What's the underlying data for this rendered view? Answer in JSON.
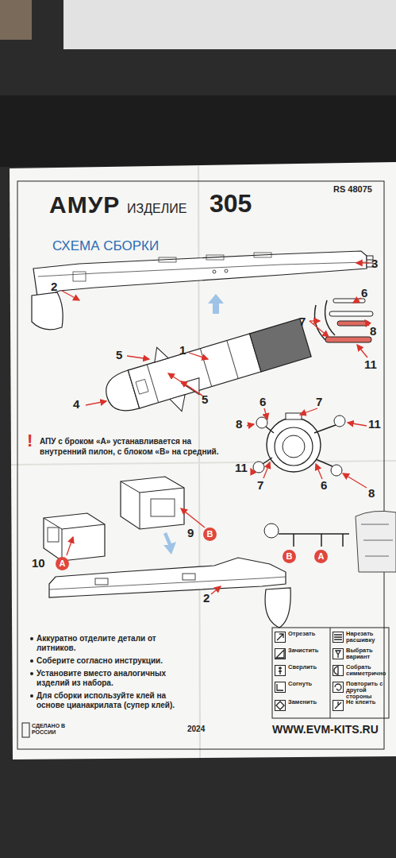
{
  "diagram": {
    "title": "АМУР",
    "nodes": [
      {
        "text": [
          "B"
        ]
      },
      {
        "text": [
          "A"
        ]
      },
      {
        "text": [
          "B"
        ]
      },
      {
        "text": [
          "A"
        ]
      }
    ],
    "labels": [
      "ИЗДЕЛИЕ",
      "305",
      "RS 48075",
      "СХЕМА СБОРКИ",
      "2",
      "3",
      "6",
      "7",
      "8",
      "5",
      "1",
      "11",
      "5",
      "4",
      "6",
      "7",
      "8",
      "11",
      "11",
      "7",
      "6",
      "8",
      "!",
      "АПУ с броком «А» устанавливается на внутренний пилон, с блоком «В» на средний.",
      "10",
      "9",
      "2",
      "Аккуратно отделите детали от литников.",
      "Соберите согласно инструкции.",
      "Установите вместо аналогичных изделий из набора.",
      "Для сборки используйте клей на основе цианакрилата (супер клей).",
      "СДЕЛАНО В РОССИИ",
      "2024",
      "WWW.EVM-KITS.RU"
    ],
    "legend": [
      {
        "text": "Отрезать"
      },
      {
        "text": "Нарезать расшивку"
      },
      {
        "text": "Зачистить"
      },
      {
        "text": "Выбрать вариант"
      },
      {
        "text": "Сверлить"
      },
      {
        "text": "Собрать симметрично"
      },
      {
        "text": "Согнуть"
      },
      {
        "text": "Повторить с другой стороны"
      },
      {
        "text": "Заменить"
      },
      {
        "text": "Не клеить"
      }
    ]
  }
}
